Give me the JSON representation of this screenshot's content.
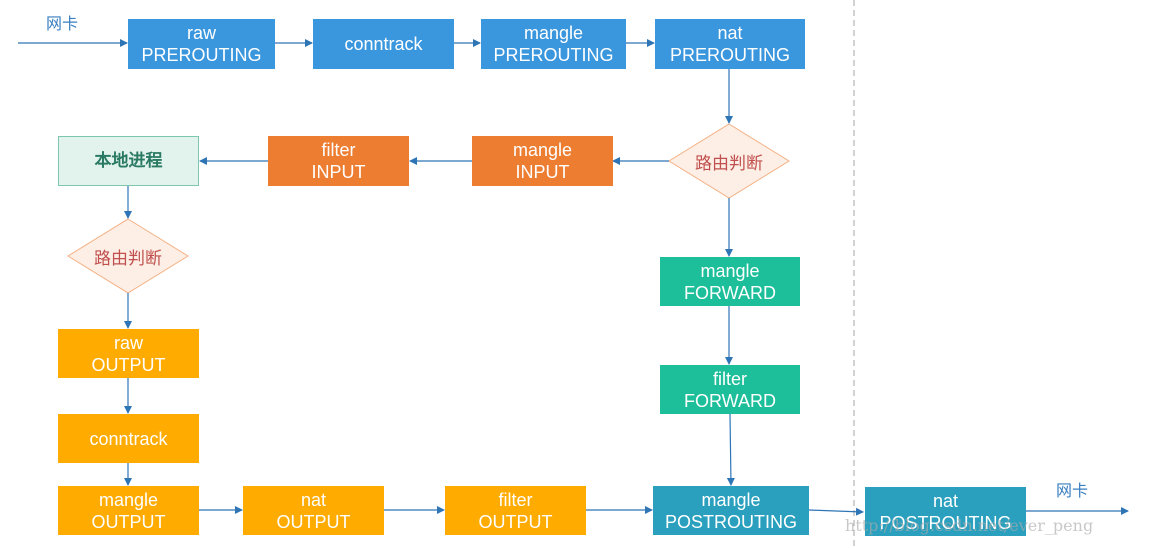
{
  "nic": {
    "in_label": "网卡",
    "out_label": "网卡"
  },
  "colors": {
    "prerouting": "#3a96dd",
    "input": "#ed7d31",
    "output": "#ffab00",
    "forward": "#1dbe9a",
    "postrouting": "#2aa0be",
    "decision_fill": "#fdeee6",
    "decision_text": "#c0504d",
    "arrow": "#2e75b6"
  },
  "prerouting": {
    "raw": {
      "line1": "raw",
      "line2": "PREROUTING"
    },
    "conntrack": {
      "line1": "conntrack"
    },
    "mangle": {
      "line1": "mangle",
      "line2": "PREROUTING"
    },
    "nat": {
      "line1": "nat",
      "line2": "PREROUTING"
    }
  },
  "routing_decision_1": "路由判断",
  "input": {
    "mangle": {
      "line1": "mangle",
      "line2": "INPUT"
    },
    "filter": {
      "line1": "filter",
      "line2": "INPUT"
    }
  },
  "local_process": "本地进程",
  "routing_decision_2": "路由判断",
  "output": {
    "raw": {
      "line1": "raw",
      "line2": "OUTPUT"
    },
    "conntrack": {
      "line1": "conntrack"
    },
    "mangle": {
      "line1": "mangle",
      "line2": "OUTPUT"
    },
    "nat": {
      "line1": "nat",
      "line2": "OUTPUT"
    },
    "filter": {
      "line1": "filter",
      "line2": "OUTPUT"
    }
  },
  "forward": {
    "mangle": {
      "line1": "mangle",
      "line2": "FORWARD"
    },
    "filter": {
      "line1": "filter",
      "line2": "FORWARD"
    }
  },
  "postrouting": {
    "mangle": {
      "line1": "mangle",
      "line2": "POSTROUTING"
    },
    "nat": {
      "line1": "nat",
      "line2": "POSTROUTING"
    }
  },
  "watermark": "http://blog.csdn.net/ever_peng"
}
